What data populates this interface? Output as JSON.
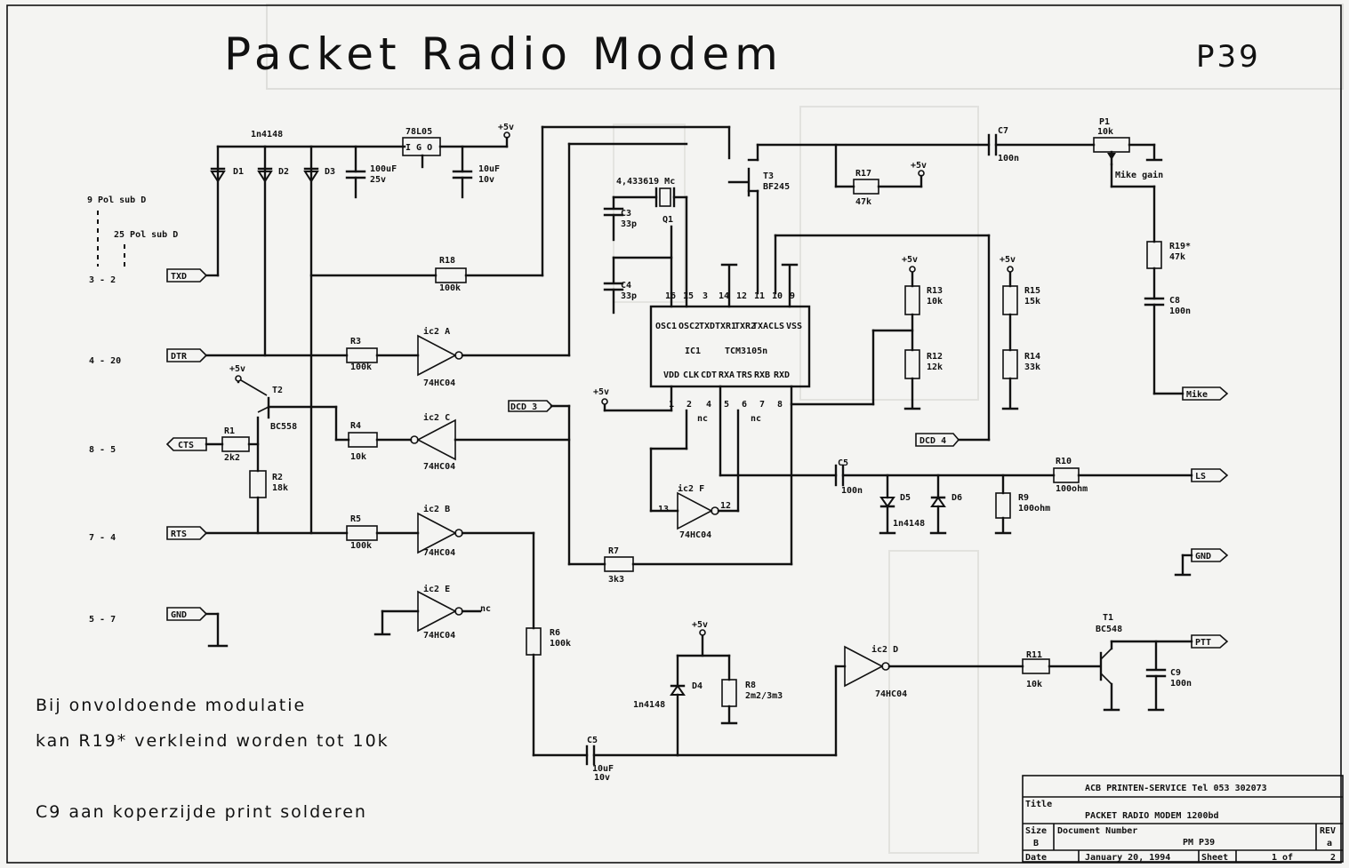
{
  "title": "Packet Radio Modem",
  "code": "P39",
  "supply": "+5v",
  "connectors": {
    "sub9": "9 Pol sub D",
    "sub25": "25 Pol sub D",
    "pins": [
      "3 - 2",
      "4 - 20",
      "8 - 5",
      "7 - 4",
      "5 - 7"
    ],
    "txd": "TXD",
    "dtr": "DTR",
    "cts": "CTS",
    "rts": "RTS",
    "gnd": "GND",
    "dcd3": "DCD 3",
    "dcd4": "DCD 4",
    "mike": "Mike",
    "ls": "LS",
    "gnd_out": "GND",
    "ptt": "PTT"
  },
  "components": {
    "d_type": "1n4148",
    "d1": "D1",
    "d2": "D2",
    "d3": "D3",
    "reg": "78L05",
    "reg_pins": "I G O",
    "c100": "100uF",
    "c100v": "25v",
    "c10": "10uF",
    "c10v": "10v",
    "xtal": "4,433619 Mc",
    "q1": "Q1",
    "c3": "C3",
    "c3v": "33p",
    "c4": "C4",
    "c4v": "33p",
    "r18": "R18",
    "r18v": "100k",
    "r3": "R3",
    "r3v": "100k",
    "r4": "R4",
    "r4v": "10k",
    "r5": "R5",
    "r5v": "100k",
    "r1": "R1",
    "r1v": "2k2",
    "r2": "R2",
    "r2v": "18k",
    "t2": "T2",
    "t2v": "BC558",
    "t3": "T3",
    "t3v": "BF245",
    "r17": "R17",
    "r17v": "47k",
    "c7": "C7",
    "c7v": "100n",
    "p1": "P1",
    "p1v": "10k",
    "p1n": "Mike gain",
    "r19": "R19*",
    "r19v": "47k",
    "c8": "C8",
    "c8v": "100n",
    "r13": "R13",
    "r13v": "10k",
    "r12": "R12",
    "r12v": "12k",
    "r15": "R15",
    "r15v": "15k",
    "r14": "R14",
    "r14v": "33k",
    "ic1": "IC1",
    "ic1v": "TCM3105n",
    "ic1_pins_top": [
      "16",
      "15",
      "3",
      "14",
      "12",
      "11",
      "10",
      "9"
    ],
    "ic1_pins_bot": [
      "1",
      "2",
      "4",
      "5",
      "6",
      "7",
      "8"
    ],
    "ic1_names_top": [
      "OSC1",
      "OSC2",
      "TXD",
      "TXR1",
      "TXR2",
      "TXA",
      "CLS",
      "VSS"
    ],
    "ic1_names_bot": [
      "VDD",
      "CLK",
      "CDT",
      "RXA",
      "TRS",
      "RXB",
      "RXD"
    ],
    "nc": "nc",
    "gate_a": "ic2 A",
    "gate_b": "ic2 B",
    "gate_c": "ic2 C",
    "gate_d": "ic2 D",
    "gate_e": "ic2 E",
    "gate_f": "ic2 F",
    "gate_type": "74HC04",
    "c5": "C5",
    "c5v": "100n",
    "d5": "D5",
    "d6": "D6",
    "r9": "R9",
    "r9v": "100ohm",
    "r10": "R10",
    "r10v": "100ohm",
    "r7": "R7",
    "r7v": "3k3",
    "r6": "R6",
    "r6v": "100k",
    "d4": "D4",
    "r8": "R8",
    "r8v": "2m2/3m3",
    "c5b": "C5",
    "c5bv": "10uF",
    "c5bv2": "10v",
    "r11": "R11",
    "r11v": "10k",
    "t1": "T1",
    "t1v": "BC548",
    "c9": "C9",
    "c9v": "100n"
  },
  "notes": [
    "Bij onvoldoende modulatie",
    "kan R19* verkleind worden tot 10k",
    "C9 aan koperzijde print solderen"
  ],
  "title_block": {
    "company": "ACB PRINTEN-SERVICE Tel 053 302073",
    "title_label": "Title",
    "title_value": "PACKET RADIO MODEM    1200bd",
    "size_label": "Size",
    "size_value": "B",
    "docnum_label": "Document Number",
    "docnum_value": "PM P39",
    "rev_label": "REV",
    "rev_value": "a",
    "date_label": "Date",
    "date_value": "January 20, 1994",
    "sheet_label": "Sheet",
    "sheet_value": "1 of",
    "sheet_total": "2"
  }
}
